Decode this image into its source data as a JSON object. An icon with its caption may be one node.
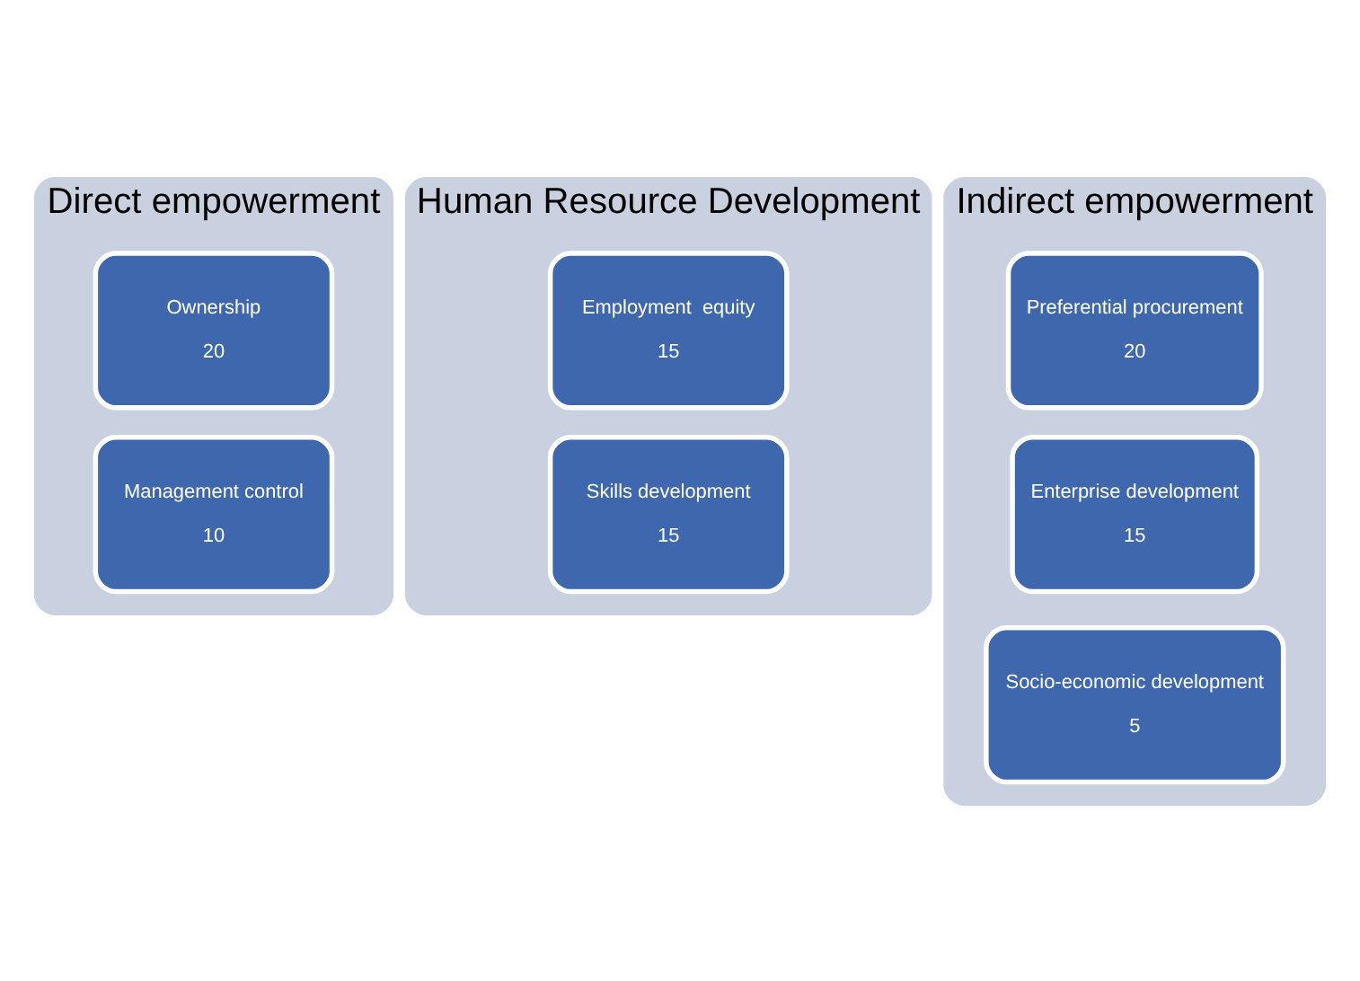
{
  "diagram": {
    "nodes": [
      {
        "text": [
          "Direct empowerment"
        ]
      },
      {
        "text": [
          "Ownership",
          "20"
        ],
        "in": 0
      },
      {
        "text": [
          "Management control",
          "10"
        ],
        "in": 0
      },
      {
        "text": [
          "Human Resource Development"
        ]
      },
      {
        "text": [
          "Employment  equity",
          "15"
        ],
        "in": 3
      },
      {
        "text": [
          "Skills development",
          "15"
        ],
        "in": 3
      },
      {
        "text": [
          "Indirect empowerment"
        ]
      },
      {
        "text": [
          "Preferential procurement",
          "20"
        ],
        "in": 6
      },
      {
        "text": [
          "Enterprise development",
          "15"
        ],
        "in": 6
      },
      {
        "text": [
          "Socio-economic development",
          "5"
        ],
        "in": 6
      }
    ],
    "edges": []
  }
}
